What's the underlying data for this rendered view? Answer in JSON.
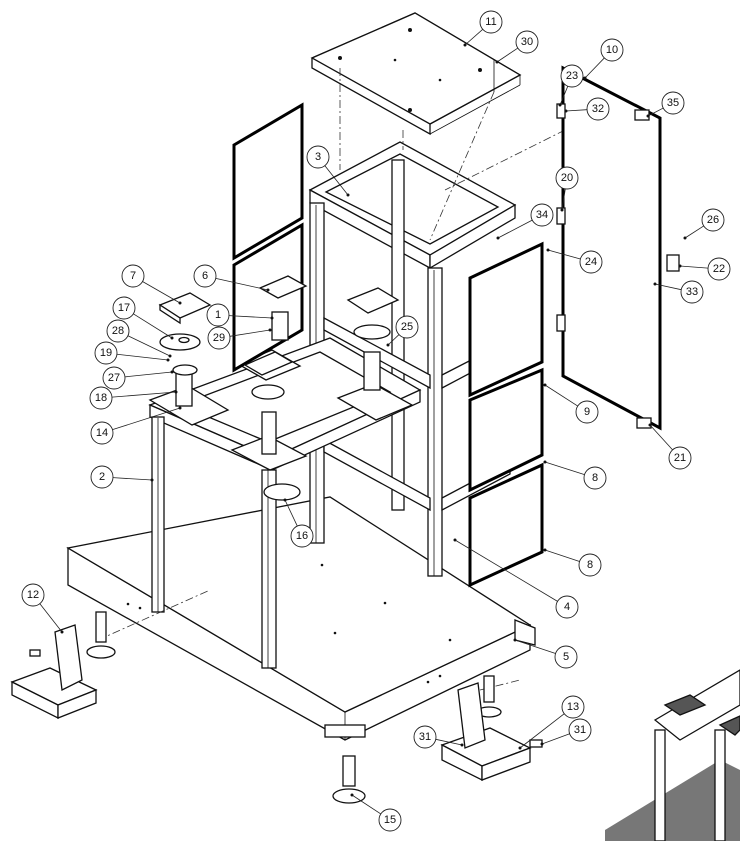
{
  "drawing": {
    "type": "exploded assembly view",
    "balloons": [
      {
        "id": "b11",
        "label": "11"
      },
      {
        "id": "b30",
        "label": "30"
      },
      {
        "id": "b10",
        "label": "10"
      },
      {
        "id": "b23",
        "label": "23"
      },
      {
        "id": "b32",
        "label": "32"
      },
      {
        "id": "b35",
        "label": "35"
      },
      {
        "id": "b3",
        "label": "3"
      },
      {
        "id": "b20",
        "label": "20"
      },
      {
        "id": "b34",
        "label": "34"
      },
      {
        "id": "b26",
        "label": "26"
      },
      {
        "id": "b24",
        "label": "24"
      },
      {
        "id": "b22",
        "label": "22"
      },
      {
        "id": "b33",
        "label": "33"
      },
      {
        "id": "b7",
        "label": "7"
      },
      {
        "id": "b6",
        "label": "6"
      },
      {
        "id": "b17",
        "label": "17"
      },
      {
        "id": "b1",
        "label": "1"
      },
      {
        "id": "b25",
        "label": "25"
      },
      {
        "id": "b28",
        "label": "28"
      },
      {
        "id": "b29",
        "label": "29"
      },
      {
        "id": "b19",
        "label": "19"
      },
      {
        "id": "b27",
        "label": "27"
      },
      {
        "id": "b18",
        "label": "18"
      },
      {
        "id": "b9",
        "label": "9"
      },
      {
        "id": "b14",
        "label": "14"
      },
      {
        "id": "b21",
        "label": "21"
      },
      {
        "id": "b2",
        "label": "2"
      },
      {
        "id": "b8a",
        "label": "8"
      },
      {
        "id": "b16",
        "label": "16"
      },
      {
        "id": "b8b",
        "label": "8"
      },
      {
        "id": "b4",
        "label": "4"
      },
      {
        "id": "b12",
        "label": "12"
      },
      {
        "id": "b5",
        "label": "5"
      },
      {
        "id": "b13",
        "label": "13"
      },
      {
        "id": "b31a",
        "label": "31"
      },
      {
        "id": "b31b",
        "label": "31"
      },
      {
        "id": "b15",
        "label": "15"
      }
    ]
  }
}
